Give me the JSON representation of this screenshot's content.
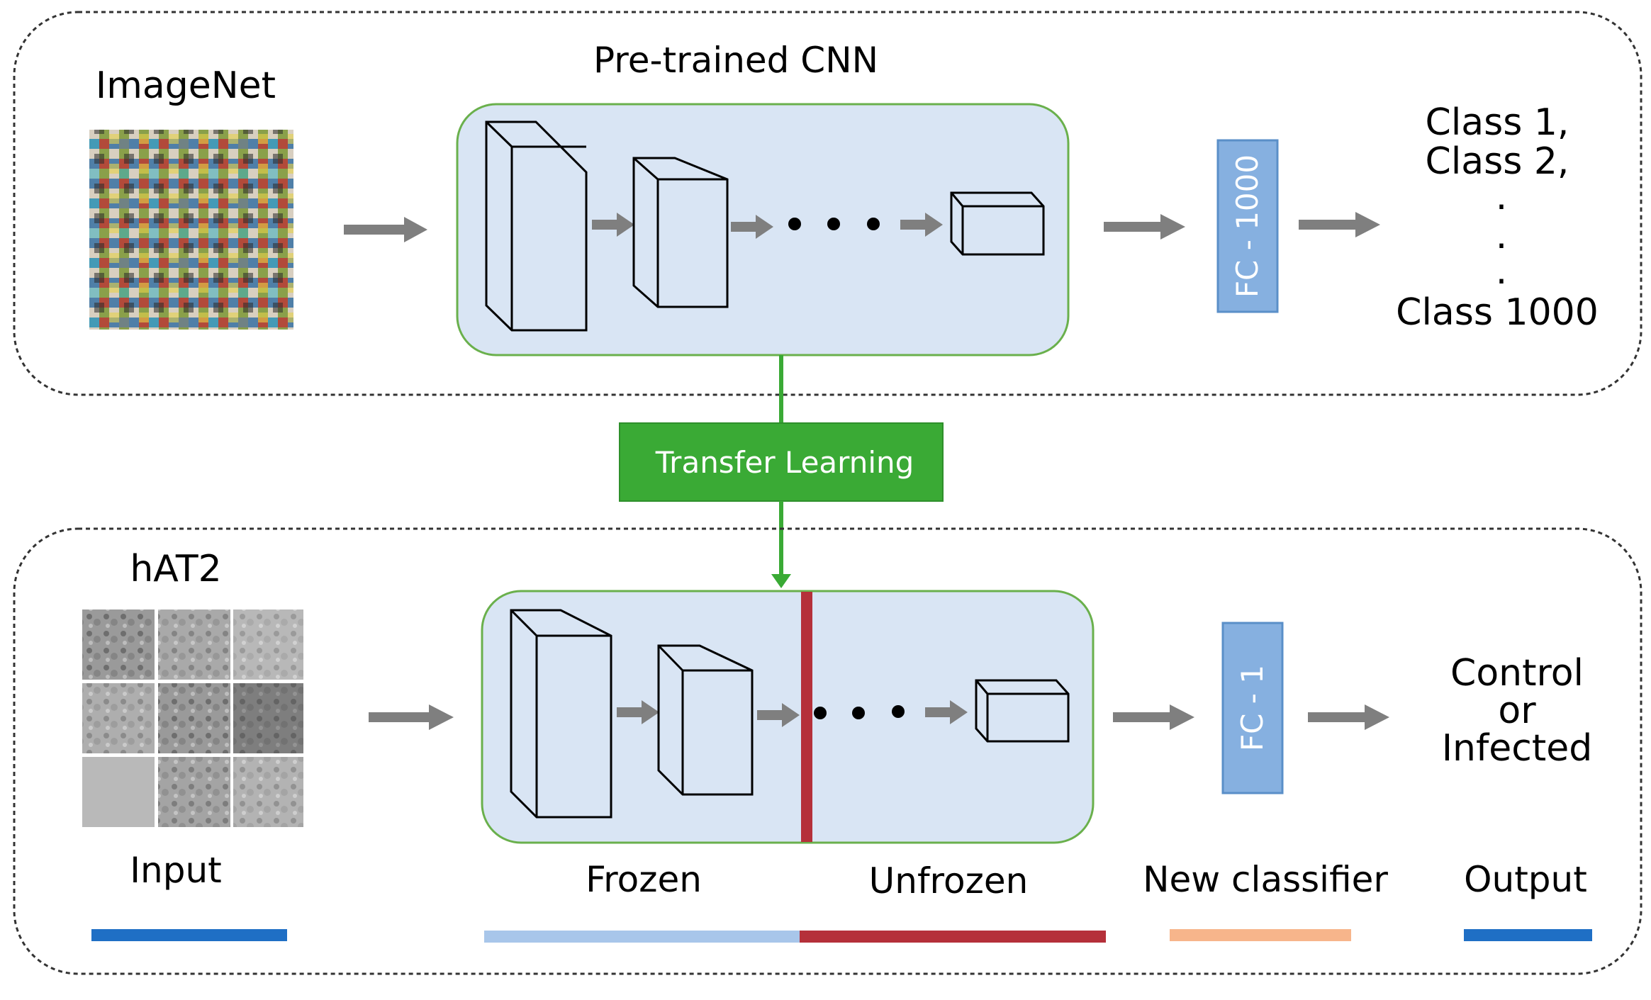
{
  "top_panel": {
    "dataset_label": "ImageNet",
    "model_label": "Pre-trained CNN",
    "fc_label": "FC - 1000",
    "output_lines": [
      "Class 1,",
      "Class 2,",
      ".",
      ".",
      ".",
      "Class 1000"
    ]
  },
  "transfer_label": "Transfer Learning",
  "bottom_panel": {
    "dataset_label": "hAT2",
    "fc_label": "FC - 1",
    "output_lines": [
      "Control",
      "or",
      "Infected"
    ]
  },
  "legend": {
    "input": "Input",
    "frozen": "Frozen",
    "unfrozen": "Unfrozen",
    "new_classifier": "New classifier",
    "output": "Output"
  },
  "colors": {
    "panel_border": "#333333",
    "cnn_fill": "#d9e5f4",
    "cnn_border": "#6ab04c",
    "transfer_box": "#3aaa35",
    "transfer_line": "#3aaa35",
    "fc_fill": "#86b0e0",
    "fc_border": "#5a8fc8",
    "arrow": "#7f7f7f",
    "freeze_line": "#b5303a",
    "bar_input": "#1f6fc5",
    "bar_frozen": "#a8c6ea",
    "bar_unfrozen": "#b5303a",
    "bar_classifier": "#f7b58b",
    "bar_output": "#1f6fc5"
  },
  "icons": {
    "imagenet_grid": "imagenet-thumbnail-grid",
    "hat2_grid": "microscopy-image-grid"
  }
}
